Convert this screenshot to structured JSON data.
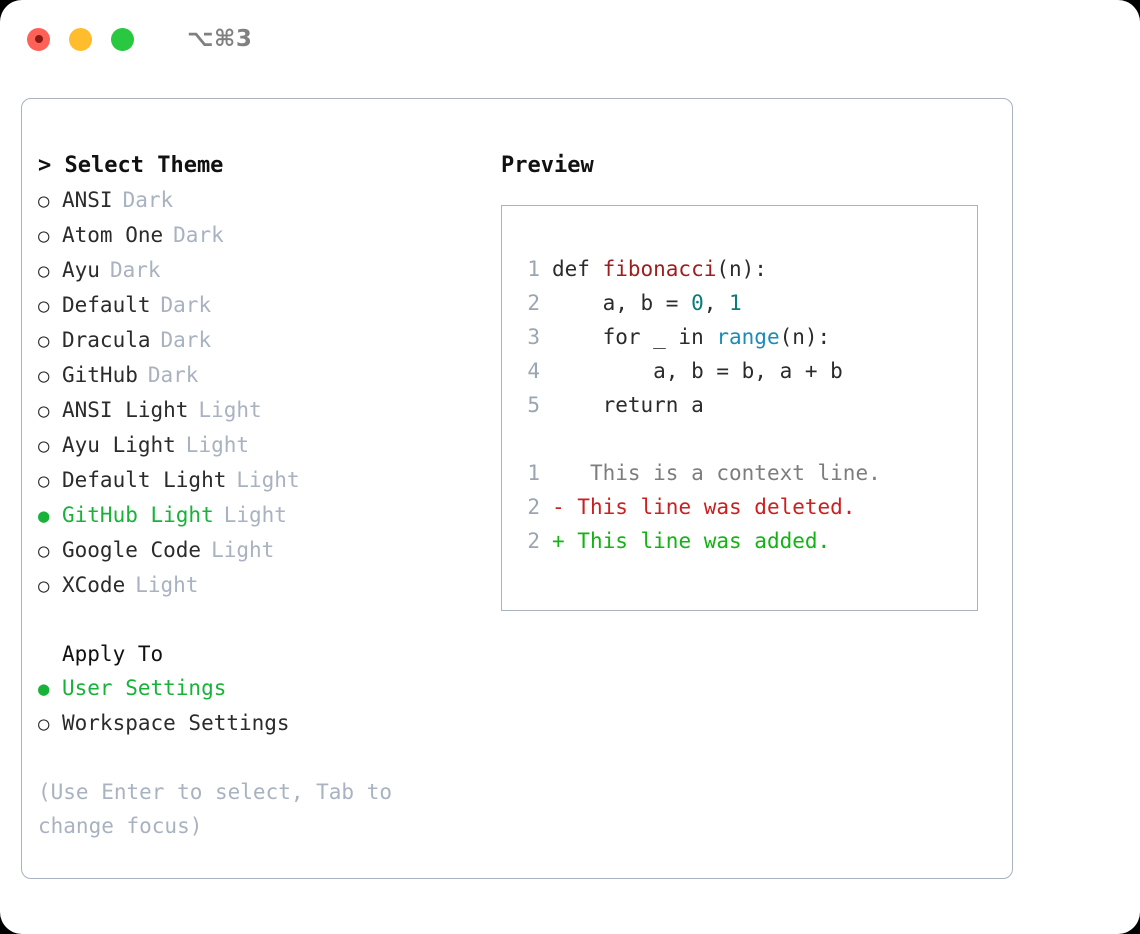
{
  "titlebar": {
    "shortcut": "⌥⌘3",
    "lights": [
      {
        "name": "close",
        "color": "#ff6058"
      },
      {
        "name": "minimize",
        "color": "#ffbd2e"
      },
      {
        "name": "maximize",
        "color": "#28c840"
      }
    ]
  },
  "theme_picker": {
    "header": "> Select Theme",
    "selected": "GitHub Light",
    "options": [
      {
        "bullet": "○",
        "name": "ANSI",
        "tag": "Dark",
        "selected": false
      },
      {
        "bullet": "○",
        "name": "Atom One",
        "tag": "Dark",
        "selected": false
      },
      {
        "bullet": "○",
        "name": "Ayu",
        "tag": "Dark",
        "selected": false
      },
      {
        "bullet": "○",
        "name": "Default",
        "tag": "Dark",
        "selected": false
      },
      {
        "bullet": "○",
        "name": "Dracula",
        "tag": "Dark",
        "selected": false
      },
      {
        "bullet": "○",
        "name": "GitHub",
        "tag": "Dark",
        "selected": false
      },
      {
        "bullet": "○",
        "name": "ANSI Light",
        "tag": "Light",
        "selected": false
      },
      {
        "bullet": "○",
        "name": "Ayu Light",
        "tag": "Light",
        "selected": false
      },
      {
        "bullet": "○",
        "name": "Default Light",
        "tag": "Light",
        "selected": false
      },
      {
        "bullet": "●",
        "name": "GitHub Light",
        "tag": "Light",
        "selected": true
      },
      {
        "bullet": "○",
        "name": "Google Code",
        "tag": "Light",
        "selected": false
      },
      {
        "bullet": "○",
        "name": "XCode",
        "tag": "Light",
        "selected": false
      }
    ]
  },
  "apply_to": {
    "header": "Apply To",
    "selected": "User Settings",
    "options": [
      {
        "bullet": "●",
        "name": "User Settings",
        "selected": true
      },
      {
        "bullet": "○",
        "name": "Workspace Settings",
        "selected": false
      }
    ]
  },
  "hint": "(Use Enter to select, Tab to change focus)",
  "preview": {
    "header": "Preview",
    "code_lines": [
      {
        "no": "1",
        "segments": [
          {
            "text": "def ",
            "kind": "plain"
          },
          {
            "text": "fibonacci",
            "kind": "fn"
          },
          {
            "text": "(n):",
            "kind": "plain"
          }
        ]
      },
      {
        "no": "2",
        "segments": [
          {
            "text": "    a, b = ",
            "kind": "plain"
          },
          {
            "text": "0",
            "kind": "num"
          },
          {
            "text": ", ",
            "kind": "plain"
          },
          {
            "text": "1",
            "kind": "num"
          }
        ]
      },
      {
        "no": "3",
        "segments": [
          {
            "text": "    for _ in ",
            "kind": "plain"
          },
          {
            "text": "range",
            "kind": "call"
          },
          {
            "text": "(n):",
            "kind": "plain"
          }
        ]
      },
      {
        "no": "4",
        "segments": [
          {
            "text": "        a, b = b, a + b",
            "kind": "plain"
          }
        ]
      },
      {
        "no": "5",
        "segments": [
          {
            "text": "    return a",
            "kind": "plain"
          }
        ]
      }
    ],
    "diff_lines": [
      {
        "no": "1",
        "marker": " ",
        "text": "  This is a context line.",
        "kind": "context"
      },
      {
        "no": "2",
        "marker": "-",
        "text": " This line was deleted.",
        "kind": "deleted"
      },
      {
        "no": "2",
        "marker": "+",
        "text": " This line was added.",
        "kind": "added"
      }
    ]
  },
  "colors": {
    "accent_green": "#17b339",
    "muted": "#a8b2c0",
    "border": "#a8b2c0",
    "fn_red": "#9f1d1d",
    "num_teal": "#0a7a7a",
    "call_blue": "#1a8cb8",
    "diff_add": "#12b312",
    "diff_del": "#cc1f1f"
  }
}
